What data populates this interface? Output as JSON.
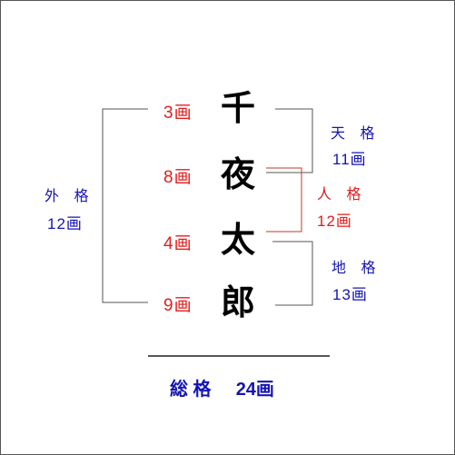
{
  "name": {
    "characters": [
      {
        "char": "千",
        "strokes": "3画"
      },
      {
        "char": "夜",
        "strokes": "8画"
      },
      {
        "char": "太",
        "strokes": "4画"
      },
      {
        "char": "郎",
        "strokes": "9画"
      }
    ]
  },
  "grids": {
    "tenkaku": {
      "label": "天 格",
      "value": "11画"
    },
    "jinkaku": {
      "label": "人 格",
      "value": "12画"
    },
    "chikaku": {
      "label": "地 格",
      "value": "13画"
    },
    "gaikaku": {
      "label": "外 格",
      "value": "12画"
    }
  },
  "total": {
    "label": "総 格",
    "value": "24画"
  },
  "colors": {
    "strokes": "#e31c1c",
    "jinkaku_bracket": "#c0392b",
    "grids": "#1414b4",
    "brackets": "#555555"
  }
}
